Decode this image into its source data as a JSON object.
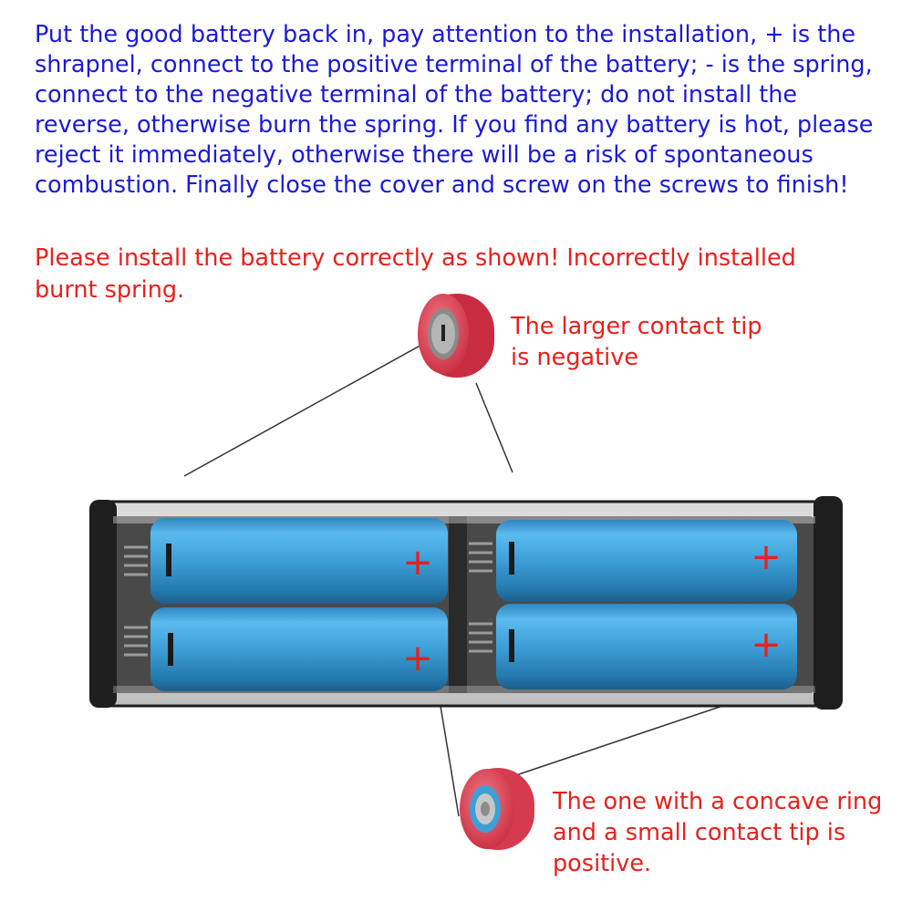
{
  "instructions": {
    "main_text": "Put the good battery back in, pay attention to the installation, + is the shrapnel, connect to the positive terminal of the battery; - is the spring, connect to the negative terminal of the battery; do not install the reverse, otherwise burn the spring. If you find any battery is hot, please reject it immediately, otherwise there will be a risk of spontaneous combustion. Finally close the cover and screw on the screws to finish!",
    "warning_text": "Please install the battery correctly as shown! Incorrectly installed burnt spring."
  },
  "callouts": {
    "negative_label": "The larger contact tip is negative",
    "positive_label": "The one with a concave ring and a small contact tip is positive."
  },
  "batteries": {
    "negative_mark": "|",
    "positive_mark": "+"
  },
  "colors": {
    "instruction_text": "#1a1ad8",
    "warning_text": "#e8201c",
    "battery_body": "#3d9fd6",
    "battery_cap": "#e34a5c",
    "holder_frame": "#1e1e1e"
  }
}
